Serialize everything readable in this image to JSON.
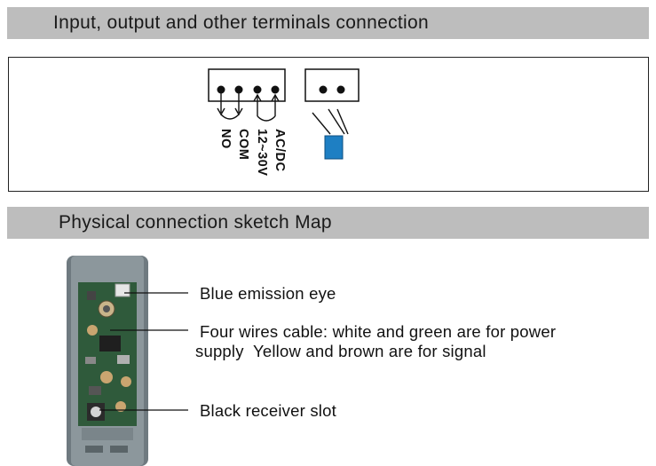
{
  "sections": {
    "terminals_title": "Input, output and other terminals connection",
    "sketch_title": "Physical connection sketch Map"
  },
  "terminals": {
    "labels": [
      "NO",
      "COM",
      "12~30V",
      "AC/DC"
    ]
  },
  "callouts": {
    "emission_eye": "Blue emission eye",
    "cable_line1": "Four wires cable: white and green are for power",
    "cable_line2": "supply  Yellow and brown are for signal",
    "receiver_slot": "Black receiver slot"
  },
  "colors": {
    "bar": "#bdbdbd",
    "wire_blue": "#1e7fc3",
    "housing": "#6f7a80",
    "pcb": "#2f5a3b"
  }
}
